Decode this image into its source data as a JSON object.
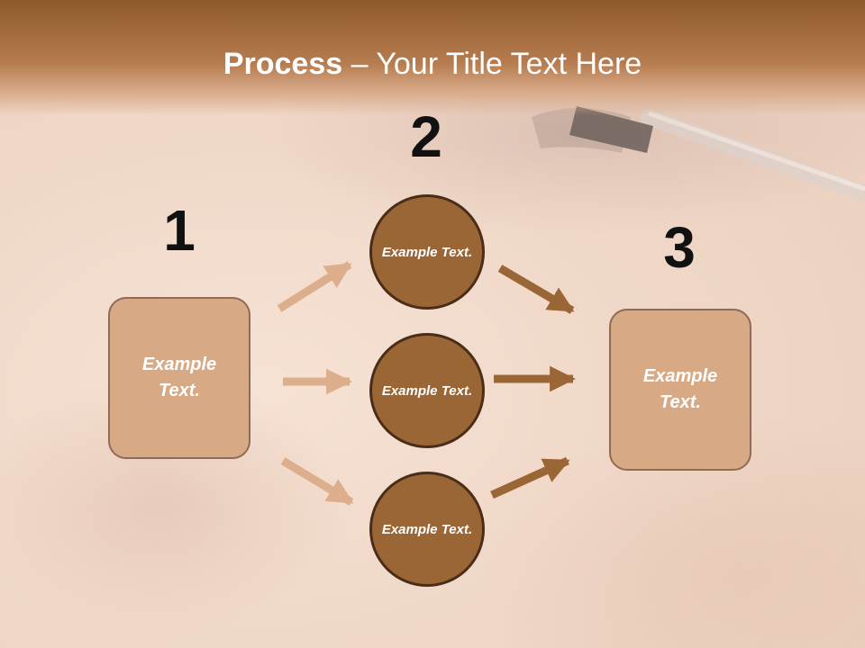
{
  "slide": {
    "title_strong": "Process",
    "title_rest": " – Your Title Text Here"
  },
  "steps": {
    "one": {
      "number": "1",
      "text": "Example Text."
    },
    "two": {
      "number": "2"
    },
    "three": {
      "number": "3",
      "text": "Example Text."
    }
  },
  "circles": [
    {
      "text": "Example Text."
    },
    {
      "text": "Example Text."
    },
    {
      "text": "Example Text."
    }
  ],
  "colors": {
    "header": "#9a6435",
    "box_fill": "#d8a985",
    "circle_fill": "#9b6636",
    "arrow_light": "#dcae8c",
    "arrow_dark": "#9b6636"
  }
}
